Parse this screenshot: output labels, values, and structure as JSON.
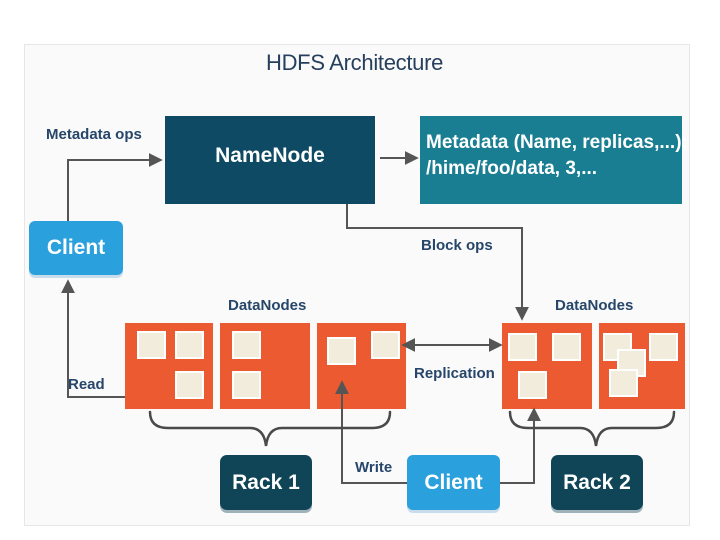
{
  "title": "HDFS Architecture",
  "namenode": {
    "label": "NameNode"
  },
  "metadata_box": {
    "line1": "Metadata (Name, replicas,...):",
    "line2": "/hime/foo/data, 3,..."
  },
  "labels": {
    "metadata_ops": "Metadata ops",
    "block_ops": "Block ops",
    "datanodes_left": "DataNodes",
    "datanodes_right": "DataNodes",
    "replication": "Replication",
    "read": "Read",
    "write": "Write"
  },
  "clients": {
    "top": "Client",
    "bottom": "Client"
  },
  "racks": {
    "rack1": "Rack 1",
    "rack2": "Rack 2"
  },
  "colors": {
    "namenode": "#0e4a63",
    "metadata": "#1a7e93",
    "client": "#2aa0dc",
    "datanode": "#ec5a31",
    "rack": "#0f4556",
    "block": "#f2ecdc",
    "line": "#555555"
  }
}
